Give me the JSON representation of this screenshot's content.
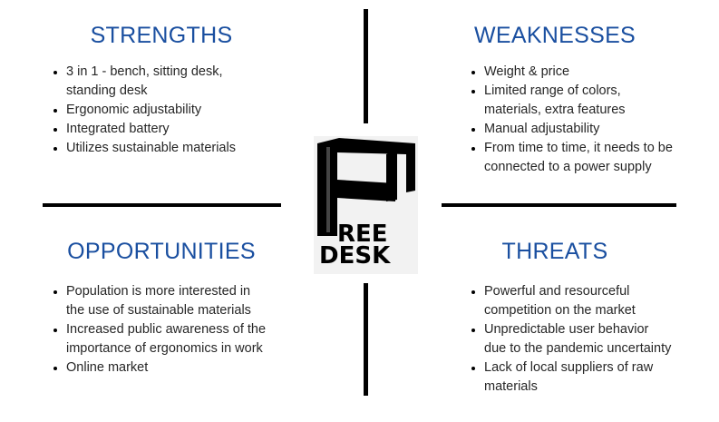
{
  "strengths": {
    "title": "STRENGTHS",
    "items": [
      "3 in 1 - bench, sitting desk,\nstanding desk",
      "Ergonomic adjustability",
      "Integrated battery",
      "Utilizes sustainable materials"
    ]
  },
  "weaknesses": {
    "title": "WEAKNESSES",
    "items": [
      "Weight & price",
      "Limited range of colors,\nmaterials, extra features",
      "Manual adjustability",
      "From time to time, it needs to be\nconnected to a power supply"
    ]
  },
  "opportunities": {
    "title": "OPPORTUNITIES",
    "items": [
      "Population is more interested in\nthe use of sustainable materials",
      "Increased public awareness of the\nimportance of ergonomics in work",
      "Online market"
    ]
  },
  "threats": {
    "title": "THREATS",
    "items": [
      "Powerful and resourceful\ncompetition on the market",
      "Unpredictable user behavior\ndue to the pandemic uncertainty",
      "Lack of local suppliers of raw\nmaterials"
    ]
  },
  "logo": {
    "text_line1": "REE",
    "text_line2": "DESK"
  },
  "colors": {
    "heading": "#1a4fa0",
    "lines": "#000000"
  }
}
